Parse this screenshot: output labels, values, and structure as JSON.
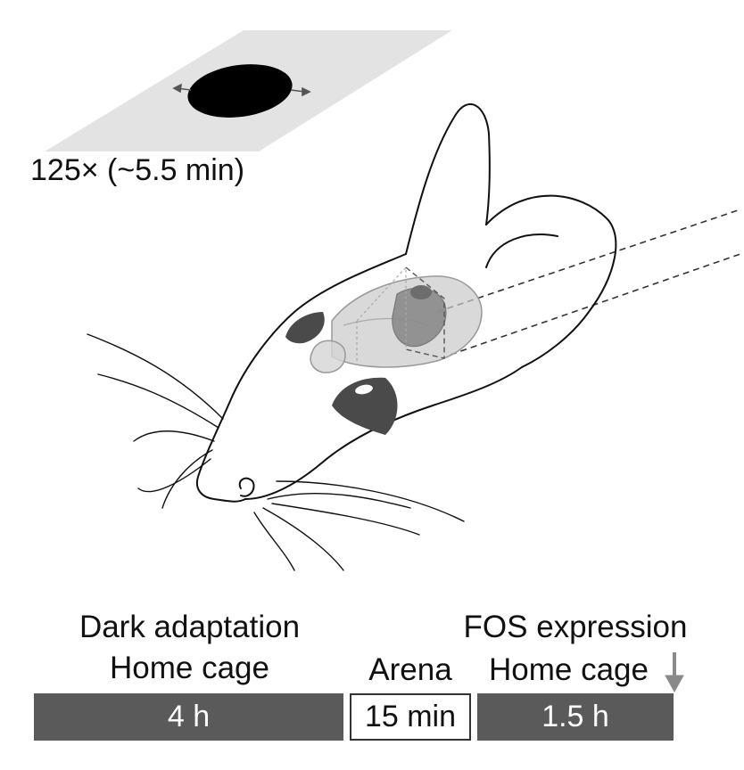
{
  "stimulus": {
    "label": "125× (~5.5 min)"
  },
  "timeline": {
    "phases": [
      {
        "title_top": "Dark adaptation",
        "title_bottom": "Home cage",
        "duration": "4 h",
        "style": "dark"
      },
      {
        "title_top": "",
        "title_bottom": "Arena",
        "duration": "15 min",
        "style": "light"
      },
      {
        "title_top": "FOS expression",
        "title_bottom": "Home cage",
        "duration": "1.5 h",
        "style": "dark"
      }
    ]
  },
  "colors": {
    "bar_dark": "#5a5a5a",
    "stimulus_plane": "#e3e3e3",
    "stimulus_disk": "#000000",
    "brain": "#c9c9c9",
    "brain_region": "#8a8a8a",
    "eye": "#4a4a4a",
    "arrow": "#8a8a8a"
  },
  "icons": {
    "stimulus_motion": "double-arrow-icon",
    "endpoint": "arrow-down-icon"
  }
}
